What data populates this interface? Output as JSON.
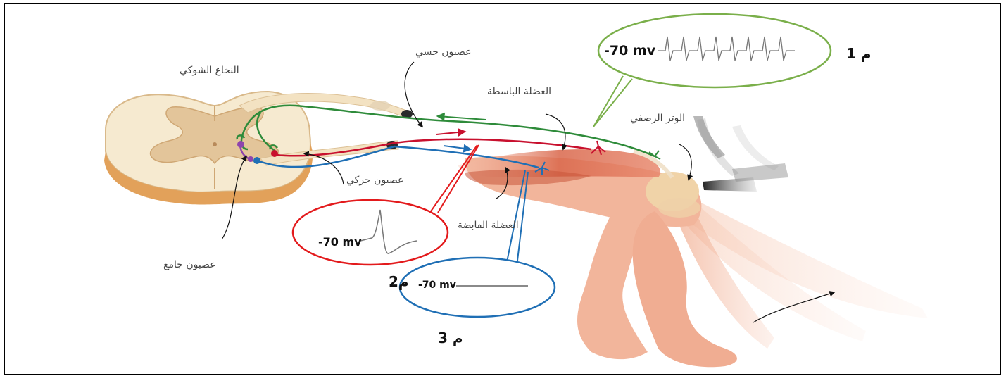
{
  "labels": {
    "spinal_cord": "النخاع الشوكي",
    "sensory_neuron": "عصبون حسي",
    "extensor_muscle": "العضلة الباسطة",
    "patellar_tendon": "الوتر الرضفي",
    "motor_neuron": "عصبون حركي",
    "flexor_muscle": "العضلة القابضة",
    "interneuron": "عصبون جامع"
  },
  "recordings": {
    "m1": {
      "tag_letter": "م",
      "tag_number": "1",
      "potential": "-70 mv",
      "trace": "spike-train",
      "color": "#7aaf4a"
    },
    "m2": {
      "tag_letter": "م",
      "tag_number": "2",
      "potential": "-70 mv",
      "trace": "single-spike",
      "color": "#e31a1c"
    },
    "m3": {
      "tag_letter": "م",
      "tag_number": "3",
      "potential": "-70 mv",
      "trace": "flat-line",
      "color": "#1f6fb5"
    }
  },
  "colors": {
    "sensory_path": "#2e8b3a",
    "motor_path": "#c8102e",
    "inhibitory_path": "#1f6fb5",
    "interneuron": "#8e44ad",
    "skin": "#f2b59b",
    "muscle": "#c9553a",
    "cord_white": "#f6ead0",
    "cord_grey": "#e3c59a"
  }
}
